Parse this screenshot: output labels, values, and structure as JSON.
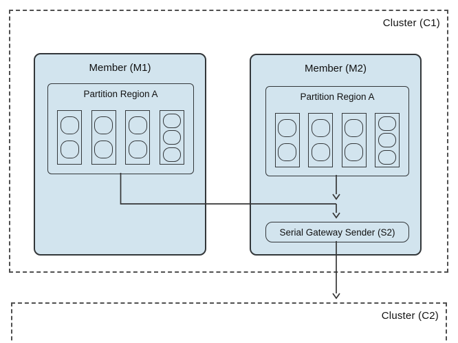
{
  "diagram": {
    "clusters": {
      "c1": {
        "label": "Cluster (C1)"
      },
      "c2": {
        "label": "Cluster (C2)"
      }
    },
    "members": {
      "m1": {
        "label": "Member (M1)",
        "partition": {
          "label": "Partition Region A",
          "buckets": [
            2,
            2,
            2,
            3
          ]
        }
      },
      "m2": {
        "label": "Member (M2)",
        "partition": {
          "label": "Partition Region A",
          "buckets": [
            2,
            2,
            2,
            3
          ]
        }
      }
    },
    "gateway_sender": {
      "label": "Serial Gateway Sender (S2)"
    },
    "connections": [
      "m1.partition -> junction",
      "m2.partition -> junction",
      "junction -> gateway_sender",
      "gateway_sender -> cluster_c2"
    ],
    "colors": {
      "member_fill": "#d2e4ee",
      "solid_border": "#323639",
      "dashed_border": "#4e4e4e",
      "connector": "#353535",
      "background": "#ffffff",
      "text": "#101010"
    }
  }
}
